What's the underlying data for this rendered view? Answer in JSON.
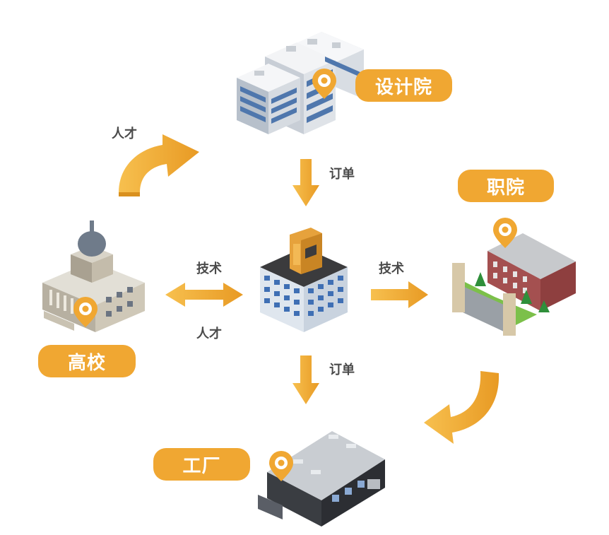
{
  "nodes": {
    "design_institute": "设计院",
    "vocational_college": "职院",
    "university": "高校",
    "factory": "工厂"
  },
  "edges": {
    "university_to_design": "人才",
    "design_to_center": "订单",
    "center_university_top": "技术",
    "center_university_bottom": "人才",
    "center_to_vocational": "技术",
    "center_to_factory": "订单"
  },
  "colors": {
    "accent": "#f0a732",
    "arrow_light": "#f5b847",
    "arrow_dark": "#d9901f",
    "text": "#4a4a4a",
    "building_blue": "#5a7fb4"
  },
  "icons": [
    "map-pin-icon",
    "company-logo-icon"
  ]
}
